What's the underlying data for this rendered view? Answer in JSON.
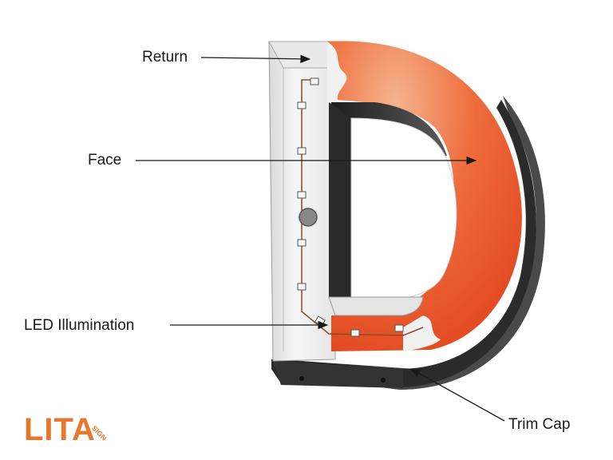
{
  "labels": {
    "return": "Return",
    "face": "Face",
    "led": "LED Illumination",
    "trim": "Trim Cap"
  },
  "logo": {
    "text": "LITA",
    "subtext": "SIGN"
  },
  "colors": {
    "face": "#e8532a",
    "face_highlight": "#f4a278",
    "return": "#f3f3f3",
    "trim": "#2b2b2b",
    "shadow": "#555555",
    "brand": "#e8772e"
  },
  "icons": [
    "arrow-icon",
    "led-module-icon"
  ]
}
